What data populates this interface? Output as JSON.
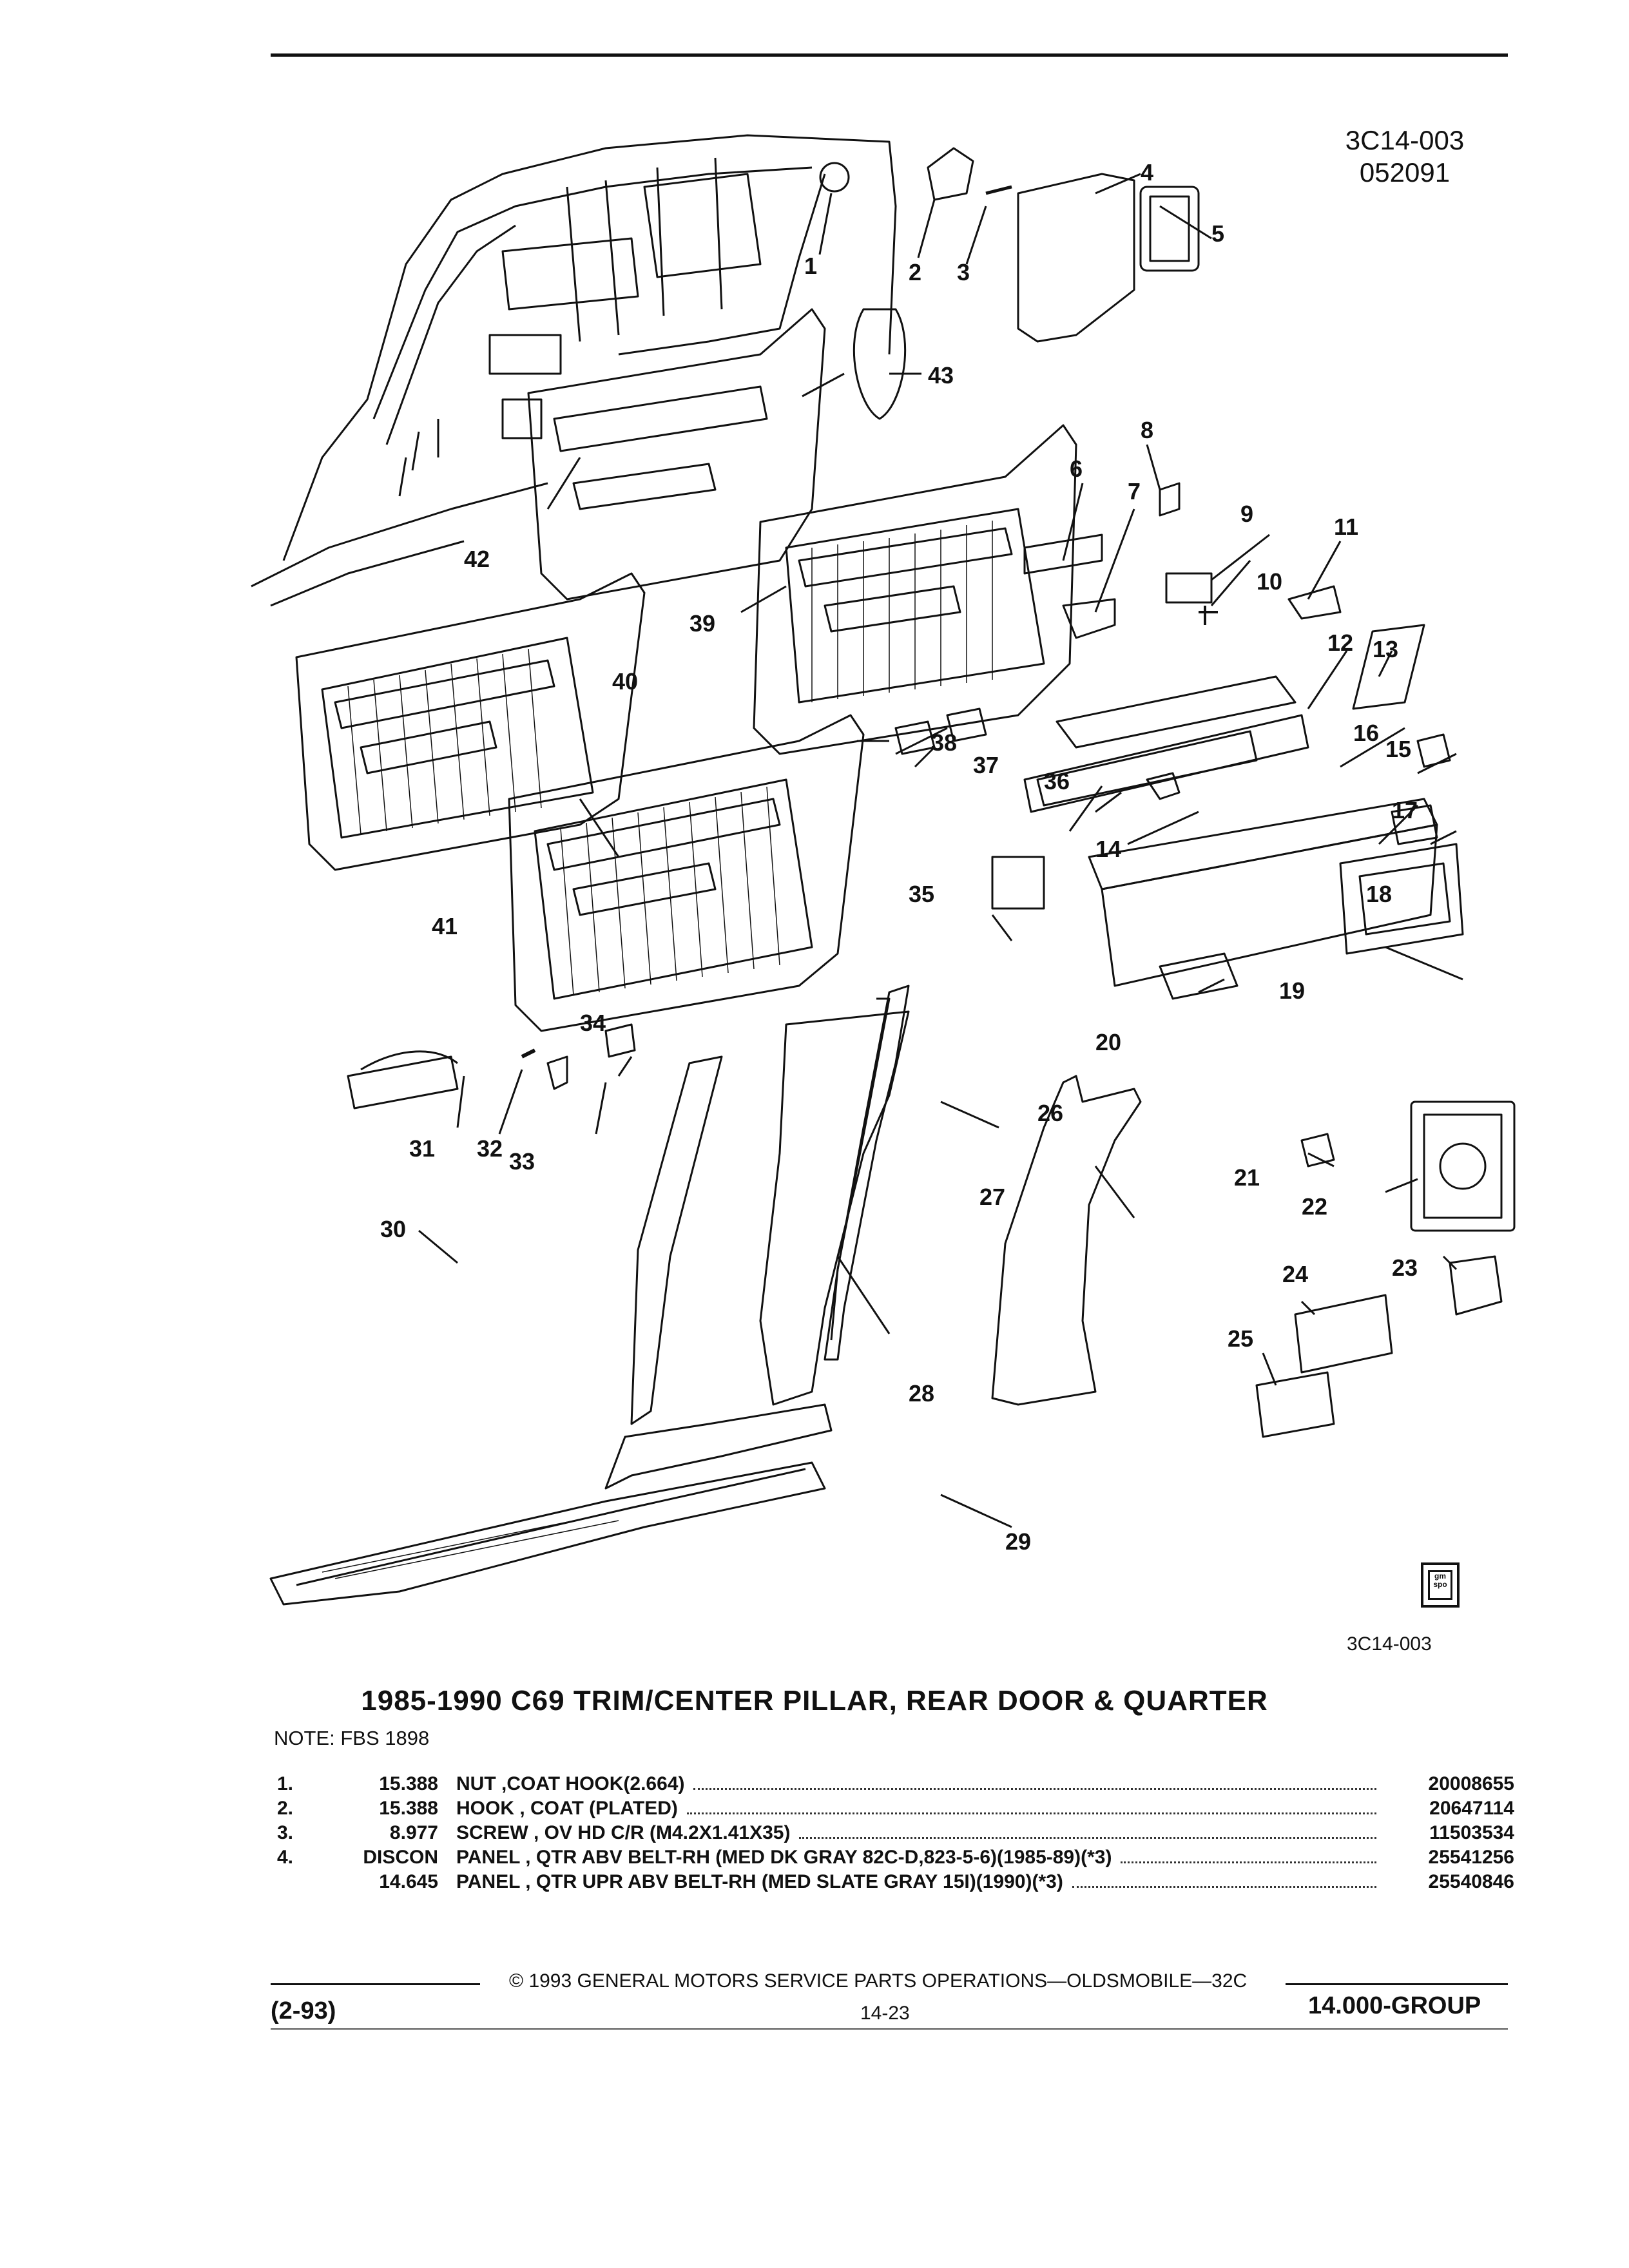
{
  "header": {
    "diagram_code": "3C14-003",
    "date_code": "052091"
  },
  "figure": {
    "code_below": "3C14-003",
    "callouts": [
      "1",
      "2",
      "3",
      "4",
      "5",
      "6",
      "7",
      "8",
      "9",
      "10",
      "11",
      "12",
      "13",
      "14",
      "15",
      "16",
      "17",
      "18",
      "19",
      "20",
      "21",
      "22",
      "23",
      "24",
      "25",
      "26",
      "27",
      "28",
      "29",
      "30",
      "31",
      "32",
      "33",
      "34",
      "35",
      "36",
      "37",
      "38",
      "39",
      "40",
      "41",
      "42",
      "43"
    ],
    "logo_text": "gm spo"
  },
  "title": "1985-1990 C69 TRIM/CENTER PILLAR, REAR DOOR & QUARTER",
  "note": "NOTE:  FBS 1898",
  "parts": [
    {
      "item": "1.",
      "code": "15.388",
      "desc": "NUT ,COAT HOOK(2.664)",
      "part_no": "20008655"
    },
    {
      "item": "2.",
      "code": "15.388",
      "desc": "HOOK , COAT (PLATED)",
      "part_no": "20647114"
    },
    {
      "item": "3.",
      "code": "8.977",
      "desc": "SCREW , OV HD C/R (M4.2X1.41X35)",
      "part_no": "11503534"
    },
    {
      "item": "4.",
      "code": "DISCON",
      "desc": "PANEL , QTR ABV BELT-RH (MED DK GRAY 82C-D,823-5-6)(1985-89)(*3)",
      "part_no": "25541256"
    },
    {
      "item": "",
      "code": "14.645",
      "desc": "PANEL , QTR UPR ABV BELT-RH (MED SLATE GRAY 15I)(1990)(*3)",
      "part_no": "25540846"
    }
  ],
  "footer": {
    "copyright": "©  1993  GENERAL MOTORS SERVICE PARTS OPERATIONS—OLDSMOBILE—32C",
    "date": "(2-93)",
    "page": "14-23",
    "group": "14.000-GROUP"
  }
}
